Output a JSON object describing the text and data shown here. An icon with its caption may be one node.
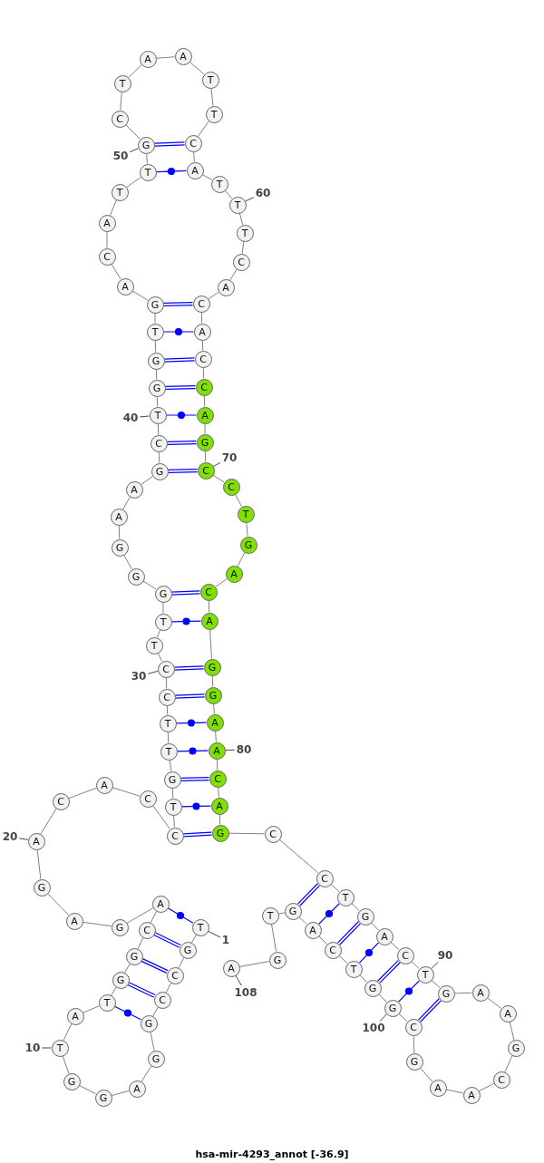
{
  "diagram": {
    "caption": "hsa-mir-4293_annot [-36.9]",
    "nodes": [
      {
        "text": [
          "T"
        ]
      },
      {
        "text": [
          "G"
        ]
      },
      {
        "text": [
          "C"
        ]
      },
      {
        "text": [
          "C"
        ]
      },
      {
        "text": [
          "G"
        ]
      },
      {
        "text": [
          "G"
        ]
      },
      {
        "text": [
          "A"
        ]
      },
      {
        "text": [
          "G"
        ]
      },
      {
        "text": [
          "G"
        ]
      },
      {
        "text": [
          "T"
        ]
      },
      {
        "text": [
          "A"
        ]
      },
      {
        "text": [
          "T"
        ]
      },
      {
        "text": [
          "G"
        ]
      },
      {
        "text": [
          "G"
        ]
      },
      {
        "text": [
          "C"
        ]
      },
      {
        "text": [
          "A"
        ]
      },
      {
        "text": [
          "G"
        ]
      },
      {
        "text": [
          "A"
        ]
      },
      {
        "text": [
          "G"
        ]
      },
      {
        "text": [
          "A"
        ]
      },
      {
        "text": [
          "C"
        ]
      },
      {
        "text": [
          "A"
        ]
      },
      {
        "text": [
          "C"
        ]
      },
      {
        "text": [
          "C"
        ]
      },
      {
        "text": [
          "T"
        ]
      },
      {
        "text": [
          "G"
        ]
      },
      {
        "text": [
          "T"
        ]
      },
      {
        "text": [
          "T"
        ]
      },
      {
        "text": [
          "C"
        ]
      },
      {
        "text": [
          "C"
        ]
      },
      {
        "text": [
          "T"
        ]
      },
      {
        "text": [
          "T"
        ]
      },
      {
        "text": [
          "G"
        ]
      },
      {
        "text": [
          "G"
        ]
      },
      {
        "text": [
          "G"
        ]
      },
      {
        "text": [
          "A"
        ]
      },
      {
        "text": [
          "A"
        ]
      },
      {
        "text": [
          "G"
        ]
      },
      {
        "text": [
          "C"
        ]
      },
      {
        "text": [
          "T"
        ]
      },
      {
        "text": [
          "G"
        ]
      },
      {
        "text": [
          "G"
        ]
      },
      {
        "text": [
          "T"
        ]
      },
      {
        "text": [
          "G"
        ]
      },
      {
        "text": [
          "A"
        ]
      },
      {
        "text": [
          "C"
        ]
      },
      {
        "text": [
          "A"
        ]
      },
      {
        "text": [
          "T"
        ]
      },
      {
        "text": [
          "T"
        ]
      },
      {
        "text": [
          "G"
        ]
      },
      {
        "text": [
          "C"
        ]
      },
      {
        "text": [
          "T"
        ]
      },
      {
        "text": [
          "A"
        ]
      },
      {
        "text": [
          "A"
        ]
      },
      {
        "text": [
          "T"
        ]
      },
      {
        "text": [
          "T"
        ]
      },
      {
        "text": [
          "C"
        ]
      },
      {
        "text": [
          "A"
        ]
      },
      {
        "text": [
          "T"
        ]
      },
      {
        "text": [
          "T"
        ]
      },
      {
        "text": [
          "T"
        ]
      },
      {
        "text": [
          "C"
        ]
      },
      {
        "text": [
          "A"
        ]
      },
      {
        "text": [
          "C"
        ]
      },
      {
        "text": [
          "A"
        ]
      },
      {
        "text": [
          "C"
        ]
      },
      {
        "text": [
          "C"
        ]
      },
      {
        "text": [
          "A"
        ]
      },
      {
        "text": [
          "G"
        ]
      },
      {
        "text": [
          "C"
        ]
      },
      {
        "text": [
          "C"
        ]
      },
      {
        "text": [
          "T"
        ]
      },
      {
        "text": [
          "G"
        ]
      },
      {
        "text": [
          "A"
        ]
      },
      {
        "text": [
          "C"
        ]
      },
      {
        "text": [
          "A"
        ]
      },
      {
        "text": [
          "G"
        ]
      },
      {
        "text": [
          "G"
        ]
      },
      {
        "text": [
          "A"
        ]
      },
      {
        "text": [
          "A"
        ]
      },
      {
        "text": [
          "C"
        ]
      },
      {
        "text": [
          "A"
        ]
      },
      {
        "text": [
          "G"
        ]
      },
      {
        "text": [
          "C"
        ]
      },
      {
        "text": [
          "C"
        ]
      },
      {
        "text": [
          "T"
        ]
      },
      {
        "text": [
          "G"
        ]
      },
      {
        "text": [
          "A"
        ]
      },
      {
        "text": [
          "C"
        ]
      },
      {
        "text": [
          "T"
        ]
      },
      {
        "text": [
          "G"
        ]
      },
      {
        "text": [
          "A"
        ]
      },
      {
        "text": [
          "A"
        ]
      },
      {
        "text": [
          "G"
        ]
      },
      {
        "text": [
          "C"
        ]
      },
      {
        "text": [
          "A"
        ]
      },
      {
        "text": [
          "A"
        ]
      },
      {
        "text": [
          "G"
        ]
      },
      {
        "text": [
          "C"
        ]
      },
      {
        "text": [
          "G"
        ]
      },
      {
        "text": [
          "G"
        ]
      },
      {
        "text": [
          "T"
        ]
      },
      {
        "text": [
          "C"
        ]
      },
      {
        "text": [
          "A"
        ]
      },
      {
        "text": [
          "G"
        ]
      },
      {
        "text": [
          "T"
        ]
      },
      {
        "text": [
          "G"
        ]
      },
      {
        "text": [
          "A"
        ]
      },
      {
        "text": [
          "1"
        ]
      },
      {
        "text": [
          "10"
        ]
      },
      {
        "text": [
          "20"
        ]
      },
      {
        "text": [
          "30"
        ]
      },
      {
        "text": [
          "40"
        ]
      },
      {
        "text": [
          "50"
        ]
      },
      {
        "text": [
          "60"
        ]
      },
      {
        "text": [
          "70"
        ]
      },
      {
        "text": [
          "80"
        ]
      },
      {
        "text": [
          "90"
        ]
      },
      {
        "text": [
          "100"
        ]
      },
      {
        "text": [
          "108"
        ]
      }
    ],
    "edges": [
      {
        "from": 0,
        "to": 1,
        "arrow": "none"
      },
      {
        "from": 1,
        "to": 2,
        "arrow": "none"
      },
      {
        "from": 2,
        "to": 3,
        "arrow": "none"
      },
      {
        "from": 3,
        "to": 4,
        "arrow": "none"
      },
      {
        "from": 4,
        "to": 5,
        "arrow": "none"
      },
      {
        "from": 5,
        "to": 6,
        "arrow": "none"
      },
      {
        "from": 6,
        "to": 7,
        "arrow": "none"
      },
      {
        "from": 7,
        "to": 8,
        "arrow": "none"
      },
      {
        "from": 8,
        "to": 9,
        "arrow": "none"
      },
      {
        "from": 9,
        "to": 10,
        "arrow": "none"
      },
      {
        "from": 10,
        "to": 11,
        "arrow": "none"
      },
      {
        "from": 11,
        "to": 12,
        "arrow": "none"
      },
      {
        "from": 12,
        "to": 13,
        "arrow": "none"
      },
      {
        "from": 13,
        "to": 14,
        "arrow": "none"
      },
      {
        "from": 14,
        "to": 15,
        "arrow": "none"
      },
      {
        "from": 15,
        "to": 16,
        "arrow": "none"
      },
      {
        "from": 16,
        "to": 17,
        "arrow": "none"
      },
      {
        "from": 17,
        "to": 18,
        "arrow": "none"
      },
      {
        "from": 18,
        "to": 19,
        "arrow": "none"
      },
      {
        "from": 19,
        "to": 20,
        "arrow": "none"
      },
      {
        "from": 20,
        "to": 21,
        "arrow": "none"
      },
      {
        "from": 21,
        "to": 22,
        "arrow": "none"
      },
      {
        "from": 22,
        "to": 23,
        "arrow": "none"
      },
      {
        "from": 23,
        "to": 24,
        "arrow": "none"
      },
      {
        "from": 24,
        "to": 25,
        "arrow": "none"
      },
      {
        "from": 25,
        "to": 26,
        "arrow": "none"
      },
      {
        "from": 26,
        "to": 27,
        "arrow": "none"
      },
      {
        "from": 27,
        "to": 28,
        "arrow": "none"
      },
      {
        "from": 28,
        "to": 29,
        "arrow": "none"
      },
      {
        "from": 29,
        "to": 30,
        "arrow": "none"
      },
      {
        "from": 30,
        "to": 31,
        "arrow": "none"
      },
      {
        "from": 31,
        "to": 32,
        "arrow": "none"
      },
      {
        "from": 32,
        "to": 33,
        "arrow": "none"
      },
      {
        "from": 33,
        "to": 34,
        "arrow": "none"
      },
      {
        "from": 34,
        "to": 35,
        "arrow": "none"
      },
      {
        "from": 35,
        "to": 36,
        "arrow": "none"
      },
      {
        "from": 36,
        "to": 37,
        "arrow": "none"
      },
      {
        "from": 37,
        "to": 38,
        "arrow": "none"
      },
      {
        "from": 38,
        "to": 39,
        "arrow": "none"
      },
      {
        "from": 39,
        "to": 40,
        "arrow": "none"
      },
      {
        "from": 40,
        "to": 41,
        "arrow": "none"
      },
      {
        "from": 41,
        "to": 42,
        "arrow": "none"
      },
      {
        "from": 42,
        "to": 43,
        "arrow": "none"
      },
      {
        "from": 43,
        "to": 44,
        "arrow": "none"
      },
      {
        "from": 44,
        "to": 45,
        "arrow": "none"
      },
      {
        "from": 45,
        "to": 46,
        "arrow": "none"
      },
      {
        "from": 46,
        "to": 47,
        "arrow": "none"
      },
      {
        "from": 47,
        "to": 48,
        "arrow": "none"
      },
      {
        "from": 48,
        "to": 49,
        "arrow": "none"
      },
      {
        "from": 49,
        "to": 50,
        "arrow": "none"
      },
      {
        "from": 50,
        "to": 51,
        "arrow": "none"
      },
      {
        "from": 51,
        "to": 52,
        "arrow": "none"
      },
      {
        "from": 52,
        "to": 53,
        "arrow": "none"
      },
      {
        "from": 53,
        "to": 54,
        "arrow": "none"
      },
      {
        "from": 54,
        "to": 55,
        "arrow": "none"
      },
      {
        "from": 55,
        "to": 56,
        "arrow": "none"
      },
      {
        "from": 56,
        "to": 57,
        "arrow": "none"
      },
      {
        "from": 57,
        "to": 58,
        "arrow": "none"
      },
      {
        "from": 58,
        "to": 59,
        "arrow": "none"
      },
      {
        "from": 59,
        "to": 60,
        "arrow": "none"
      },
      {
        "from": 60,
        "to": 61,
        "arrow": "none"
      },
      {
        "from": 61,
        "to": 62,
        "arrow": "none"
      },
      {
        "from": 62,
        "to": 63,
        "arrow": "none"
      },
      {
        "from": 63,
        "to": 64,
        "arrow": "none"
      },
      {
        "from": 64,
        "to": 65,
        "arrow": "none"
      },
      {
        "from": 65,
        "to": 66,
        "arrow": "none"
      },
      {
        "from": 66,
        "to": 67,
        "arrow": "none"
      },
      {
        "from": 67,
        "to": 68,
        "arrow": "none"
      },
      {
        "from": 68,
        "to": 69,
        "arrow": "none"
      },
      {
        "from": 69,
        "to": 70,
        "arrow": "none"
      },
      {
        "from": 70,
        "to": 71,
        "arrow": "none"
      },
      {
        "from": 71,
        "to": 72,
        "arrow": "none"
      },
      {
        "from": 72,
        "to": 73,
        "arrow": "none"
      },
      {
        "from": 73,
        "to": 74,
        "arrow": "none"
      },
      {
        "from": 74,
        "to": 75,
        "arrow": "none"
      },
      {
        "from": 75,
        "to": 76,
        "arrow": "none"
      },
      {
        "from": 76,
        "to": 77,
        "arrow": "none"
      },
      {
        "from": 77,
        "to": 78,
        "arrow": "none"
      },
      {
        "from": 78,
        "to": 79,
        "arrow": "none"
      },
      {
        "from": 79,
        "to": 80,
        "arrow": "none"
      },
      {
        "from": 80,
        "to": 81,
        "arrow": "none"
      },
      {
        "from": 81,
        "to": 82,
        "arrow": "none"
      },
      {
        "from": 82,
        "to": 83,
        "arrow": "none"
      },
      {
        "from": 83,
        "to": 84,
        "arrow": "none"
      },
      {
        "from": 84,
        "to": 85,
        "arrow": "none"
      },
      {
        "from": 85,
        "to": 86,
        "arrow": "none"
      },
      {
        "from": 86,
        "to": 87,
        "arrow": "none"
      },
      {
        "from": 87,
        "to": 88,
        "arrow": "none"
      },
      {
        "from": 88,
        "to": 89,
        "arrow": "none"
      },
      {
        "from": 89,
        "to": 90,
        "arrow": "none"
      },
      {
        "from": 90,
        "to": 91,
        "arrow": "none"
      },
      {
        "from": 91,
        "to": 92,
        "arrow": "none"
      },
      {
        "from": 92,
        "to": 93,
        "arrow": "none"
      },
      {
        "from": 93,
        "to": 94,
        "arrow": "none"
      },
      {
        "from": 94,
        "to": 95,
        "arrow": "none"
      },
      {
        "from": 95,
        "to": 96,
        "arrow": "none"
      },
      {
        "from": 96,
        "to": 97,
        "arrow": "none"
      },
      {
        "from": 97,
        "to": 98,
        "arrow": "none"
      },
      {
        "from": 98,
        "to": 99,
        "arrow": "none"
      },
      {
        "from": 99,
        "to": 100,
        "arrow": "none"
      },
      {
        "from": 100,
        "to": 101,
        "arrow": "none"
      },
      {
        "from": 101,
        "to": 102,
        "arrow": "none"
      },
      {
        "from": 102,
        "to": 103,
        "arrow": "none"
      },
      {
        "from": 103,
        "to": 104,
        "arrow": "none"
      },
      {
        "from": 104,
        "to": 105,
        "arrow": "none"
      },
      {
        "from": 105,
        "to": 106,
        "arrow": "none"
      },
      {
        "from": 106,
        "to": 107,
        "arrow": "none"
      },
      {
        "from": 0,
        "to": 15,
        "arrow": "none",
        "color": "#0000ff"
      },
      {
        "from": 1,
        "to": 14,
        "arrow": "none",
        "color": "#0000ff"
      },
      {
        "from": 2,
        "to": 13,
        "arrow": "none",
        "color": "#0000ff"
      },
      {
        "from": 3,
        "to": 12,
        "arrow": "none",
        "color": "#0000ff"
      },
      {
        "from": 4,
        "to": 11,
        "arrow": "none",
        "color": "#0000ff"
      },
      {
        "from": 23,
        "to": 82,
        "arrow": "none",
        "color": "#0000ff"
      },
      {
        "from": 24,
        "to": 81,
        "arrow": "none",
        "color": "#0000ff"
      },
      {
        "from": 25,
        "to": 80,
        "arrow": "none",
        "color": "#0000ff"
      },
      {
        "from": 26,
        "to": 79,
        "arrow": "none",
        "color": "#0000ff"
      },
      {
        "from": 27,
        "to": 78,
        "arrow": "none",
        "color": "#0000ff"
      },
      {
        "from": 28,
        "to": 77,
        "arrow": "none",
        "color": "#0000ff"
      },
      {
        "from": 29,
        "to": 76,
        "arrow": "none",
        "color": "#0000ff"
      },
      {
        "from": 31,
        "to": 75,
        "arrow": "none",
        "color": "#0000ff"
      },
      {
        "from": 32,
        "to": 74,
        "arrow": "none",
        "color": "#0000ff"
      },
      {
        "from": 37,
        "to": 69,
        "arrow": "none",
        "color": "#0000ff"
      },
      {
        "from": 38,
        "to": 68,
        "arrow": "none",
        "color": "#0000ff"
      },
      {
        "from": 39,
        "to": 67,
        "arrow": "none",
        "color": "#0000ff"
      },
      {
        "from": 40,
        "to": 66,
        "arrow": "none",
        "color": "#0000ff"
      },
      {
        "from": 41,
        "to": 65,
        "arrow": "none",
        "color": "#0000ff"
      },
      {
        "from": 42,
        "to": 64,
        "arrow": "none",
        "color": "#0000ff"
      },
      {
        "from": 43,
        "to": 63,
        "arrow": "none",
        "color": "#0000ff"
      },
      {
        "from": 48,
        "to": 57,
        "arrow": "none",
        "color": "#0000ff"
      },
      {
        "from": 49,
        "to": 56,
        "arrow": "none",
        "color": "#0000ff"
      },
      {
        "from": 84,
        "to": 104,
        "arrow": "none",
        "color": "#0000ff"
      },
      {
        "from": 85,
        "to": 103,
        "arrow": "none",
        "color": "#0000ff"
      },
      {
        "from": 86,
        "to": 102,
        "arrow": "none",
        "color": "#0000ff"
      },
      {
        "from": 87,
        "to": 101,
        "arrow": "none",
        "color": "#0000ff"
      },
      {
        "from": 88,
        "to": 100,
        "arrow": "none",
        "color": "#0000ff"
      },
      {
        "from": 89,
        "to": 99,
        "arrow": "none",
        "color": "#0000ff"
      },
      {
        "from": 90,
        "to": 98,
        "arrow": "none",
        "color": "#0000ff"
      },
      {
        "from": 108,
        "to": 0,
        "arrow": "none"
      },
      {
        "from": 109,
        "to": 9,
        "arrow": "none"
      },
      {
        "from": 110,
        "to": 19,
        "arrow": "none"
      },
      {
        "from": 111,
        "to": 29,
        "arrow": "none"
      },
      {
        "from": 112,
        "to": 39,
        "arrow": "none"
      },
      {
        "from": 113,
        "to": 49,
        "arrow": "none"
      },
      {
        "from": 114,
        "to": 59,
        "arrow": "none"
      },
      {
        "from": 115,
        "to": 69,
        "arrow": "none"
      },
      {
        "from": 116,
        "to": 79,
        "arrow": "none"
      },
      {
        "from": 117,
        "to": 89,
        "arrow": "none"
      },
      {
        "from": 118,
        "to": 99,
        "arrow": "none"
      },
      {
        "from": 119,
        "to": 107,
        "arrow": "none"
      }
    ]
  }
}
